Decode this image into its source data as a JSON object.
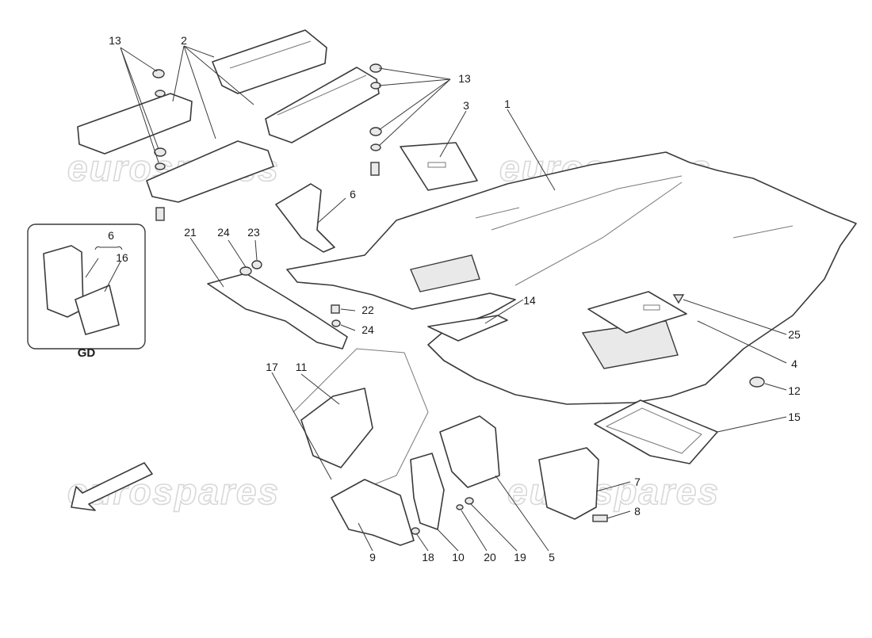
{
  "watermark": {
    "text": "eurospares"
  },
  "inset": {
    "label": "GD",
    "callouts": [
      "6",
      "16"
    ]
  },
  "callouts": [
    {
      "id": "c13a",
      "label": "13"
    },
    {
      "id": "c2",
      "label": "2"
    },
    {
      "id": "c13b",
      "label": "13"
    },
    {
      "id": "c3",
      "label": "3"
    },
    {
      "id": "c1",
      "label": "1"
    },
    {
      "id": "c6",
      "label": "6"
    },
    {
      "id": "c21",
      "label": "21"
    },
    {
      "id": "c24a",
      "label": "24"
    },
    {
      "id": "c23",
      "label": "23"
    },
    {
      "id": "c22",
      "label": "22"
    },
    {
      "id": "c24b",
      "label": "24"
    },
    {
      "id": "c14",
      "label": "14"
    },
    {
      "id": "c25",
      "label": "25"
    },
    {
      "id": "c4",
      "label": "4"
    },
    {
      "id": "c12",
      "label": "12"
    },
    {
      "id": "c15",
      "label": "15"
    },
    {
      "id": "c17",
      "label": "17"
    },
    {
      "id": "c11",
      "label": "11"
    },
    {
      "id": "c7",
      "label": "7"
    },
    {
      "id": "c8",
      "label": "8"
    },
    {
      "id": "c9",
      "label": "9"
    },
    {
      "id": "c18",
      "label": "18"
    },
    {
      "id": "c10",
      "label": "10"
    },
    {
      "id": "c20",
      "label": "20"
    },
    {
      "id": "c19",
      "label": "19"
    },
    {
      "id": "c5",
      "label": "5"
    }
  ]
}
